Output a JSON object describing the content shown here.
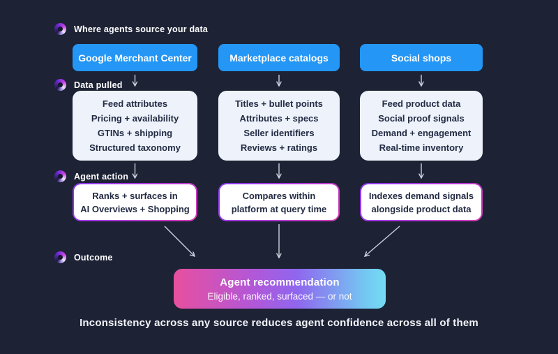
{
  "labels": [
    {
      "text": "Where agents source your data"
    },
    {
      "text": "Data pulled"
    },
    {
      "text": "Agent action"
    },
    {
      "text": "Outcome"
    }
  ],
  "columns": [
    {
      "header": "Google Merchant Center",
      "data_pulled": [
        "Feed attributes",
        "Pricing + availability",
        "GTINs + shipping",
        "Structured taxonomy"
      ],
      "agent_action": [
        "Ranks + surfaces in",
        "AI Overviews + Shopping"
      ]
    },
    {
      "header": "Marketplace catalogs",
      "data_pulled": [
        "Titles + bullet points",
        "Attributes + specs",
        "Seller identifiers",
        "Reviews + ratings"
      ],
      "agent_action": [
        "Compares within",
        "platform at query time"
      ]
    },
    {
      "header": "Social shops",
      "data_pulled": [
        "Feed product data",
        "Social proof signals",
        "Demand + engagement",
        "Real-time inventory"
      ],
      "agent_action": [
        "Indexes demand signals",
        "alongside product data"
      ]
    }
  ],
  "outcome_box": {
    "title": "Agent recommendation",
    "subtitle": "Eligible, ranked, surfaced — or not"
  },
  "footer": "Inconsistency across any source reduces agent confidence across all of them",
  "colors": {
    "background": "#1d2235",
    "header_blue": "#2496f5",
    "card_bg": "#edf2fb",
    "card_text": "#232c44",
    "action_border_top": "#8a39f0",
    "action_border_bottom": "#d23cb4",
    "outcome_pink": "#e84f9e",
    "outcome_purple": "#8f66ee",
    "outcome_cyan": "#74dcf2",
    "arrow": "#ccd2de"
  }
}
